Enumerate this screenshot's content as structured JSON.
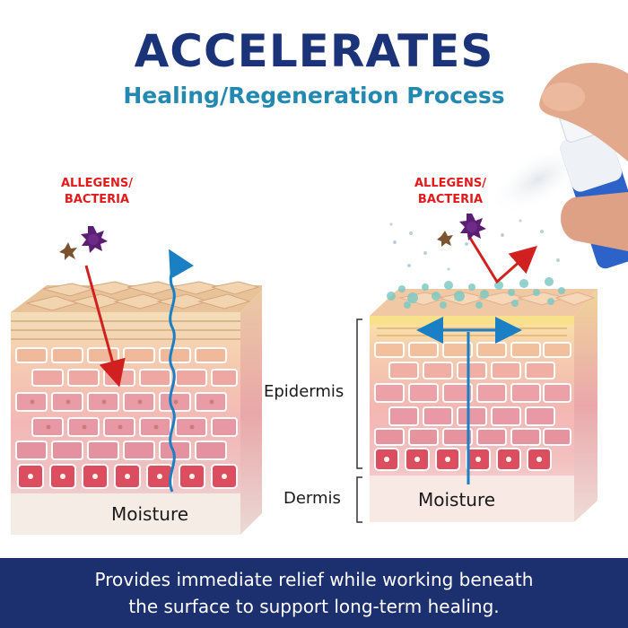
{
  "headline": {
    "title": "ACCELERATES",
    "subtitle": "Healing/Regeneration Process"
  },
  "left_panel": {
    "threat_line1": "ALLEGENS/",
    "threat_line2": "BACTERIA",
    "moisture_label": "Moisture"
  },
  "right_panel": {
    "threat_line1": "ALLEGENS/",
    "threat_line2": "BACTERIA",
    "moisture_label": "Moisture",
    "layer_epidermis": "Epidermis",
    "layer_dermis": "Dermis"
  },
  "footer": {
    "line1": "Provides immediate relief while working beneath",
    "line2": "the surface to support long-term healing."
  },
  "colors": {
    "title_navy": "#1b3378",
    "subtitle_teal": "#2389b0",
    "threat_red": "#e11b1b",
    "moisture_blue": "#1a7fc4",
    "footer_bg": "#1c2f6e",
    "spray_particles": "#7fc9c4"
  },
  "icons": [
    "bacteria-icon",
    "allergen-icon",
    "spray-bottle-icon",
    "hand-icon"
  ]
}
